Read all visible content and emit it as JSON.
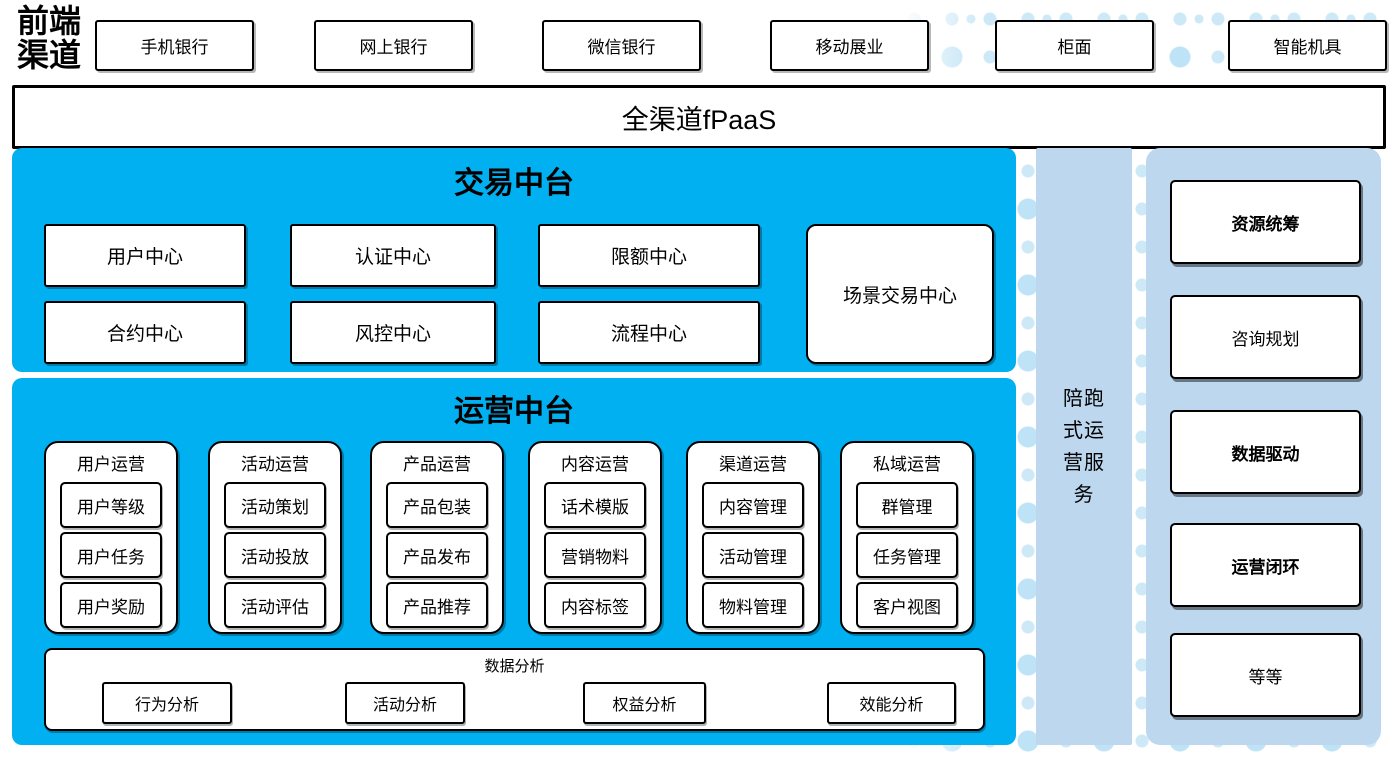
{
  "colors": {
    "accent_blue": "#00B0F0",
    "panel_blue": "#BDD7EE",
    "dot_color": "#CDE9F8",
    "dot_color_strong": "#BFE3F6"
  },
  "front_channels": {
    "label": "前端渠道",
    "items": [
      "手机银行",
      "网上银行",
      "微信银行",
      "移动展业",
      "柜面",
      "智能机具"
    ]
  },
  "fpaas": {
    "label": "全渠道fPaaS"
  },
  "trade": {
    "title": "交易中台",
    "centers": [
      "用户中心",
      "认证中心",
      "限额中心",
      "合约中心",
      "风控中心",
      "流程中心"
    ],
    "tall_center": "场景交易中心"
  },
  "ops": {
    "title": "运营中台",
    "columns": [
      {
        "header": "用户运营",
        "items": [
          "用户等级",
          "用户任务",
          "用户奖励"
        ]
      },
      {
        "header": "活动运营",
        "items": [
          "活动策划",
          "活动投放",
          "活动评估"
        ]
      },
      {
        "header": "产品运营",
        "items": [
          "产品包装",
          "产品发布",
          "产品推荐"
        ]
      },
      {
        "header": "内容运营",
        "items": [
          "话术模版",
          "营销物料",
          "内容标签"
        ]
      },
      {
        "header": "渠道运营",
        "items": [
          "内容管理",
          "活动管理",
          "物料管理"
        ]
      },
      {
        "header": "私域运营",
        "items": [
          "群管理",
          "任务管理",
          "客户视图"
        ]
      }
    ],
    "analysis": {
      "header": "数据分析",
      "items": [
        "行为分析",
        "活动分析",
        "权益分析",
        "效能分析"
      ]
    }
  },
  "side_service": {
    "label": "陪跑式运营服务"
  },
  "right_panel": {
    "items": [
      {
        "label": "资源统筹",
        "bold": true
      },
      {
        "label": "咨询规划",
        "bold": false
      },
      {
        "label": "数据驱动",
        "bold": true
      },
      {
        "label": "运营闭环",
        "bold": true
      },
      {
        "label": "等等",
        "bold": false
      }
    ]
  }
}
